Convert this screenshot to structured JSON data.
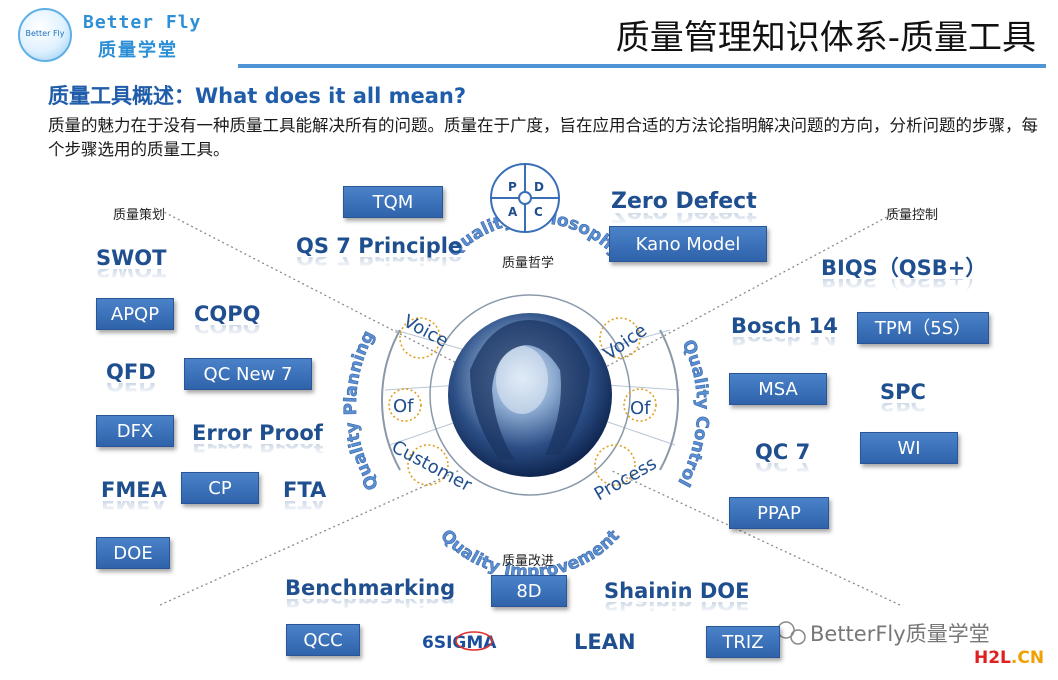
{
  "header": {
    "logo_circle_text": "Better Fly",
    "logo_en": "Better Fly",
    "logo_cn": "质量学堂",
    "title": "质量管理知识体系-质量工具"
  },
  "section": {
    "heading": "质量工具概述：What does it all mean?",
    "intro": "质量的魅力在于没有一种质量工具能解决所有的问题。质量在于广度，旨在应用合适的方法论指明解决问题的方向，分析问题的步骤，每个步骤选用的质量工具。"
  },
  "diagram": {
    "pdca": [
      "P",
      "D",
      "A",
      "C"
    ],
    "quadrant_labels": {
      "planning": "质量策划",
      "control": "质量控制",
      "philosophy": "质量哲学",
      "improvement": "质量改进"
    },
    "ring_labels": {
      "philosophy": "Quality Philosophy",
      "planning": "Quality Planning",
      "control": "Quality Control",
      "improvement": "Quality Improvement"
    },
    "voc": [
      "Voice",
      "Of",
      "Customer"
    ],
    "vop": [
      "Voice",
      "Of",
      "Process"
    ],
    "boxes": {
      "tqm": "TQM",
      "kano": "Kano Model",
      "apqp": "APQP",
      "qc_new7": "QC New 7",
      "dfx": "DFX",
      "cp": "CP",
      "doe": "DOE",
      "tpm": "TPM（5S）",
      "msa": "MSA",
      "wi": "WI",
      "ppap": "PPAP",
      "d8": "8D",
      "qcc": "QCC",
      "triz": "TRIZ"
    },
    "bold_labels": {
      "zero_defect": "Zero Defect",
      "qs7": "QS 7 Principle",
      "swot": "SWOT",
      "cqpq": "CQPQ",
      "qfd": "QFD",
      "error_proof": "Error Proof",
      "fmea": "FMEA",
      "fta": "FTA",
      "biqs": "BIQS（QSB+）",
      "bosch14": "Bosch 14",
      "spc": "SPC",
      "qc7": "QC 7",
      "benchmarking": "Benchmarking",
      "shainin": "Shainin DOE",
      "lean": "LEAN"
    },
    "six_sigma_logo": "6SIGMA"
  },
  "footer": {
    "watermark": "BetterFly质量学堂",
    "site_tag": "H2L.CN"
  },
  "colors": {
    "accent_blue": "#1f5ca9",
    "box_blue": "#3a6fb8",
    "ring_blue": "#4f8fd0",
    "dotted_orange": "#e0a020"
  }
}
